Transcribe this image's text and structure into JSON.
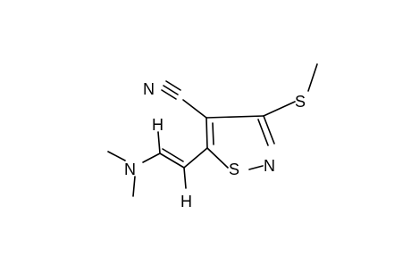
{
  "molecule": {
    "atoms": {
      "n_nitrile": "N",
      "c_nitrile": "C",
      "s_methylthio": "S",
      "n_ring": "N",
      "s_ring": "S",
      "n_dimethylamino": "N",
      "h_upper": "H",
      "h_lower": "H"
    }
  }
}
